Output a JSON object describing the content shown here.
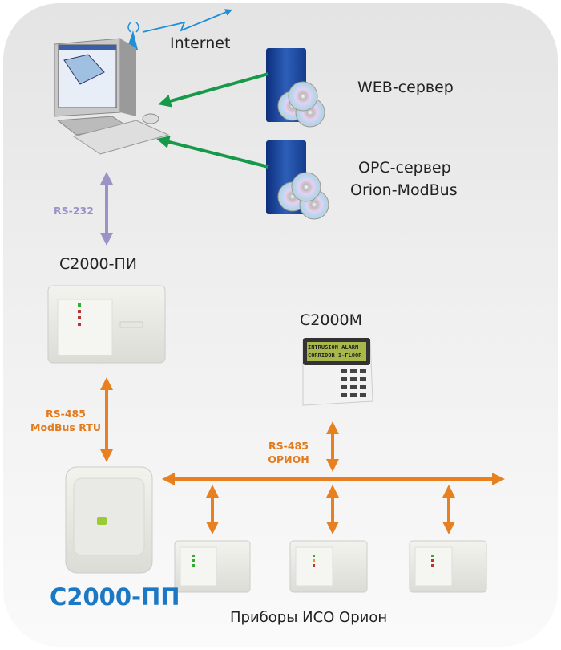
{
  "labels": {
    "internet": "Internet",
    "web_server": "WEB-сервер",
    "opc_server_line1": "OPC-сервер",
    "opc_server_line2": "Orion-ModBus",
    "rs232": "RS-232",
    "c2000_pi": "С2000-ПИ",
    "c2000m": "С2000М",
    "rs485_modbus_line1": "RS-485",
    "rs485_modbus_line2": "ModBus RTU",
    "rs485_orion_line1": "RS-485",
    "rs485_orion_line2": "ОРИОН",
    "c2000_pp": "С2000-ПП",
    "devices_caption": "Приборы ИСО Орион"
  },
  "keypad_display": {
    "line1": "INTRUSION ALARM",
    "line2": "CORRIDOR 1-FLOOR"
  },
  "colors": {
    "orange": "#e8801f",
    "green": "#17994a",
    "lavender": "#9b93c8",
    "blue_label": "#1b78c4",
    "antenna": "#1e8fd8"
  }
}
